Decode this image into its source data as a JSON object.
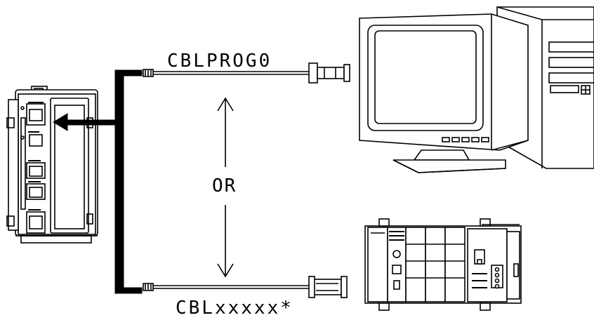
{
  "labels": {
    "top_cable": "CBLPROG0",
    "or": "OR",
    "bottom_cable": "CBLxxxxx*"
  },
  "colors": {
    "line": "#000000",
    "background": "#ffffff"
  }
}
